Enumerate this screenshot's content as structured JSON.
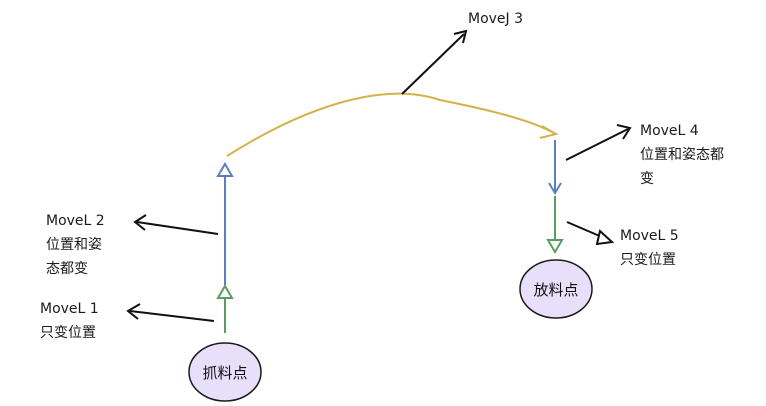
{
  "nodes": {
    "pick": "抓料点",
    "place": "放料点"
  },
  "labels": {
    "movej3": "MoveJ 3",
    "movel4": {
      "title": "MoveL 4",
      "line2": "位置和姿态都",
      "line3": "变"
    },
    "movel2": {
      "title": "MoveL 2",
      "line2": "位置和姿",
      "line3": "态都变"
    },
    "movel1": {
      "title": "MoveL 1",
      "line2": "只变位置"
    },
    "movel5": {
      "title": "MoveL 5",
      "line2": "只变位置"
    }
  },
  "colors": {
    "arc": "#d4b24a",
    "orientation_move": "#5a7fc4",
    "position_move": "#5a9e5f",
    "pointer": "#111111",
    "node_fill": "#e8e0fa",
    "node_stroke": "#1a1a1a"
  }
}
